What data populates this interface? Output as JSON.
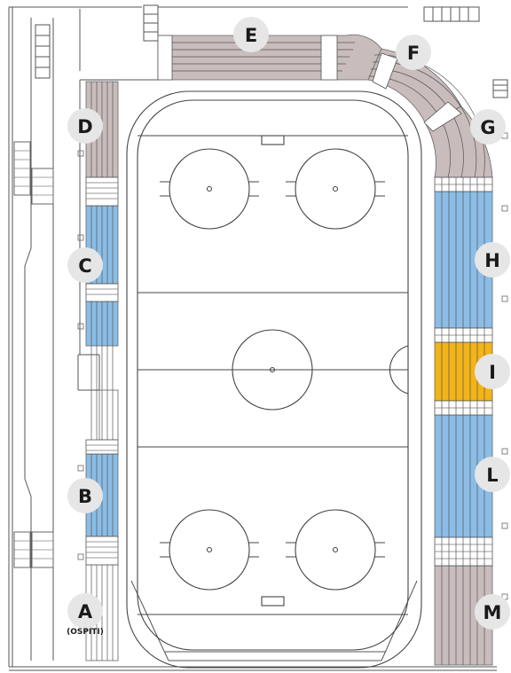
{
  "colors": {
    "grey_sector": "#c9bcbc",
    "blue_sector": "#8bbde6",
    "yellow_sector": "#f2b418",
    "badge": "#e6e6e6",
    "line": "#555555"
  },
  "sectors": [
    {
      "id": "a",
      "label": "A",
      "note": "(OSPITI)",
      "status": "grey"
    },
    {
      "id": "b",
      "label": "B",
      "status": "blue"
    },
    {
      "id": "c",
      "label": "C",
      "status": "blue"
    },
    {
      "id": "d",
      "label": "D",
      "status": "grey"
    },
    {
      "id": "e",
      "label": "E",
      "status": "grey"
    },
    {
      "id": "f",
      "label": "F",
      "status": "grey"
    },
    {
      "id": "g",
      "label": "G",
      "status": "grey"
    },
    {
      "id": "h",
      "label": "H",
      "status": "blue"
    },
    {
      "id": "i",
      "label": "I",
      "status": "yellow"
    },
    {
      "id": "l",
      "label": "L",
      "status": "blue"
    },
    {
      "id": "m",
      "label": "M",
      "status": "grey"
    }
  ]
}
